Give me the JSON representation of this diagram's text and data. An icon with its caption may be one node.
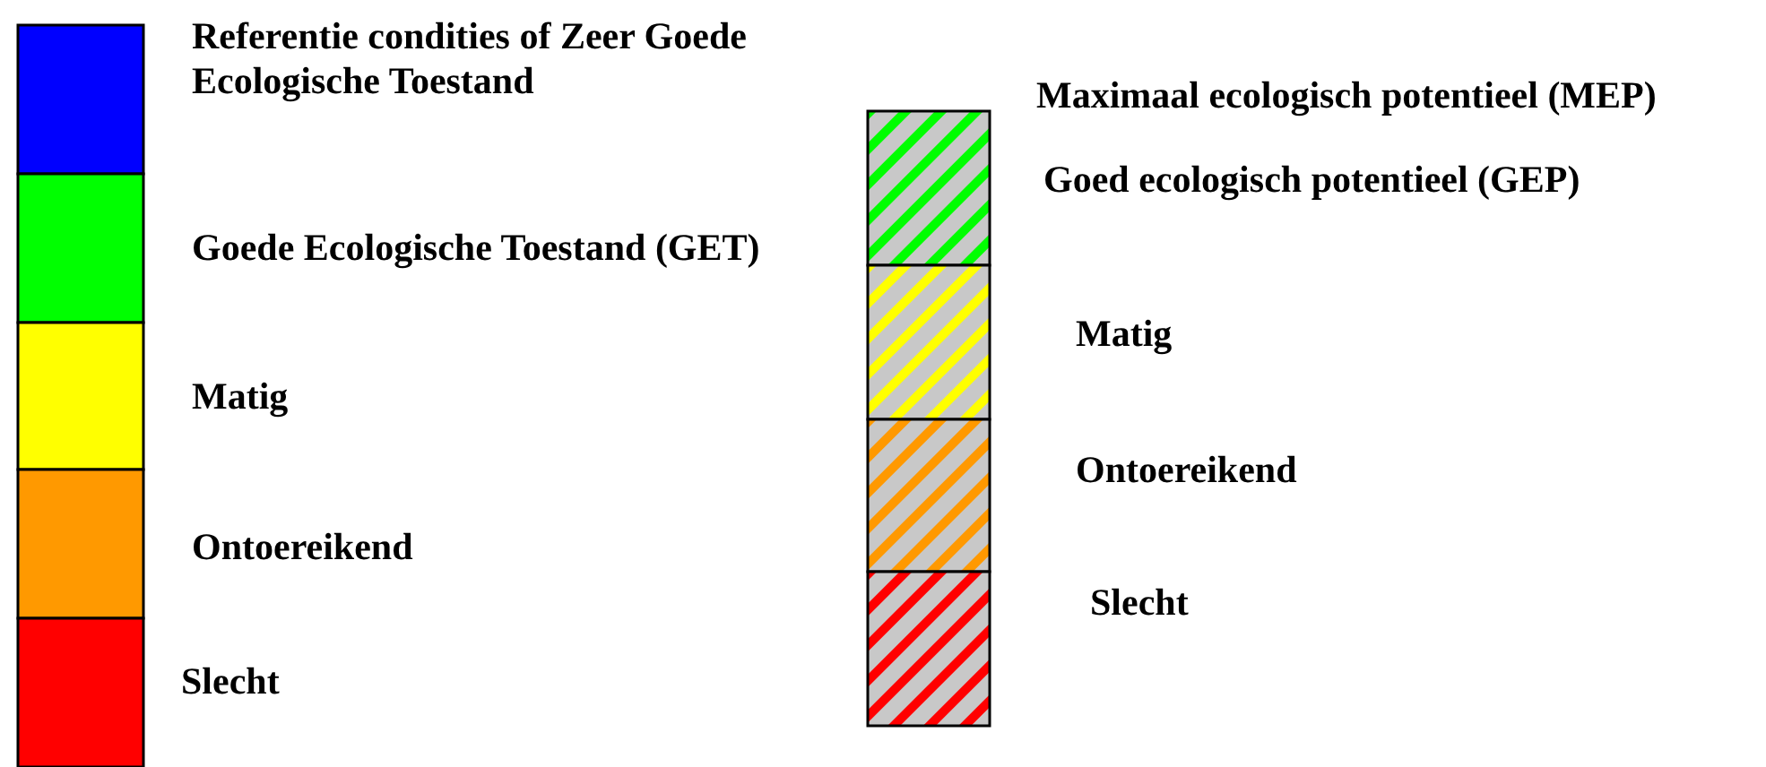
{
  "diagram": {
    "labels": [
      "Maximaal ecologisch potentieel (MEP)"
    ],
    "legend": [
      {
        "text": "Referentie condities of Zeer Goede Ecologische Toestand",
        "color": "#0000ff"
      },
      {
        "text": "Goede Ecologische Toestand (GET)",
        "color": "#00ff00"
      },
      {
        "text": "Matig",
        "color": "#ffff00"
      },
      {
        "text": "Ontoereikend",
        "color": "#ff9900"
      },
      {
        "text": "Slecht",
        "color": "#ff0000"
      },
      {
        "text": "Goed ecologisch potentieel (GEP)",
        "color": "#00ff00"
      },
      {
        "text": "Matig",
        "color": "#ffff00"
      },
      {
        "text": "Ontoereikend",
        "color": "#ff9900"
      },
      {
        "text": "Slecht",
        "color": "#ff0000"
      }
    ]
  }
}
